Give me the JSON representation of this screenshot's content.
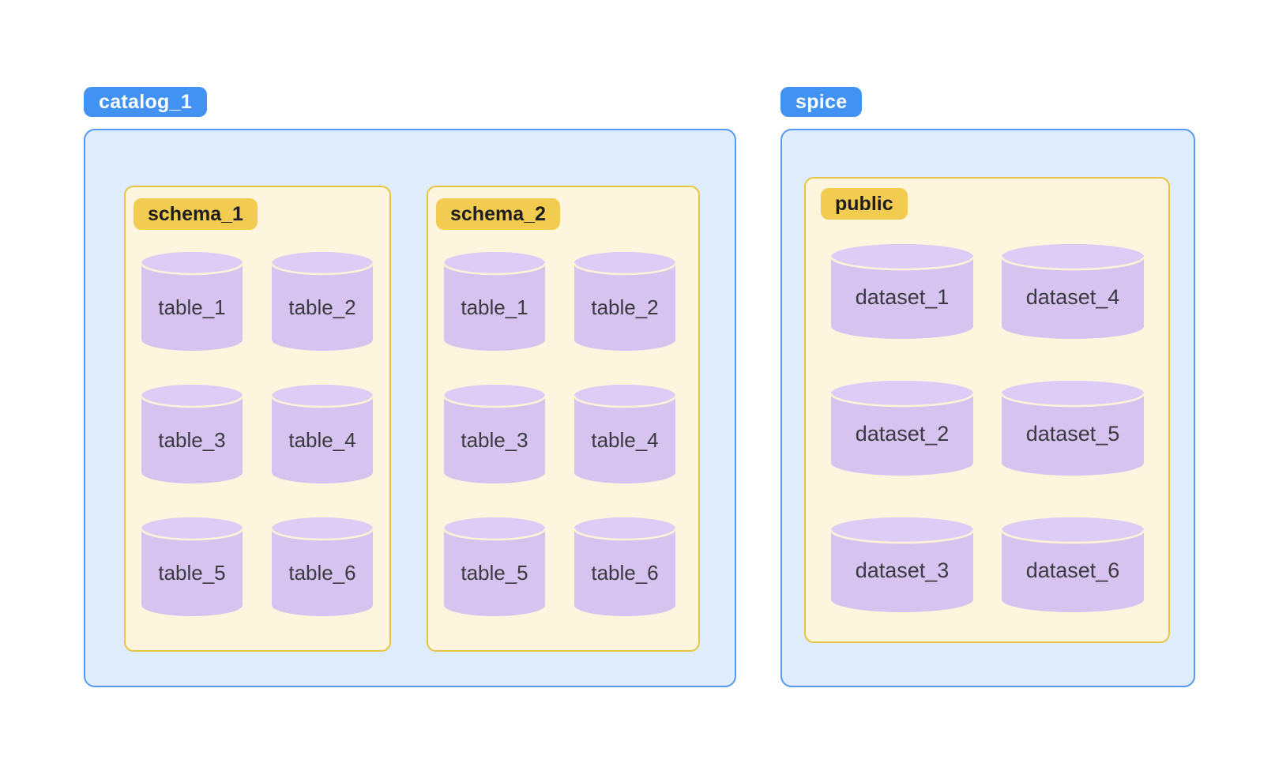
{
  "diagram": {
    "catalog": {
      "badge": "catalog_1",
      "schemas": [
        {
          "label": "schema_1",
          "tables": [
            "table_1",
            "table_2",
            "table_3",
            "table_4",
            "table_5",
            "table_6"
          ]
        },
        {
          "label": "schema_2",
          "tables": [
            "table_1",
            "table_2",
            "table_3",
            "table_4",
            "table_5",
            "table_6"
          ]
        }
      ]
    },
    "spice": {
      "badge": "spice",
      "schema": {
        "label": "public",
        "datasets_row_major": [
          "dataset_1",
          "dataset_4",
          "dataset_2",
          "dataset_5",
          "dataset_3",
          "dataset_6"
        ]
      }
    },
    "colors": {
      "blue_badge": "#4292F4",
      "blue_container_bg": "#DFECFB",
      "blue_container_border": "#549AF1",
      "yellow_box_bg": "#FDF5DD",
      "yellow_box_border": "#E8C445",
      "yellow_badge_bg": "#F2CB51",
      "cylinder_body": "#D6C3F0",
      "cylinder_cap": "#DDCCF5",
      "cylinder_divider": "#FBF2D8",
      "label_text": "#3A3A40"
    }
  }
}
